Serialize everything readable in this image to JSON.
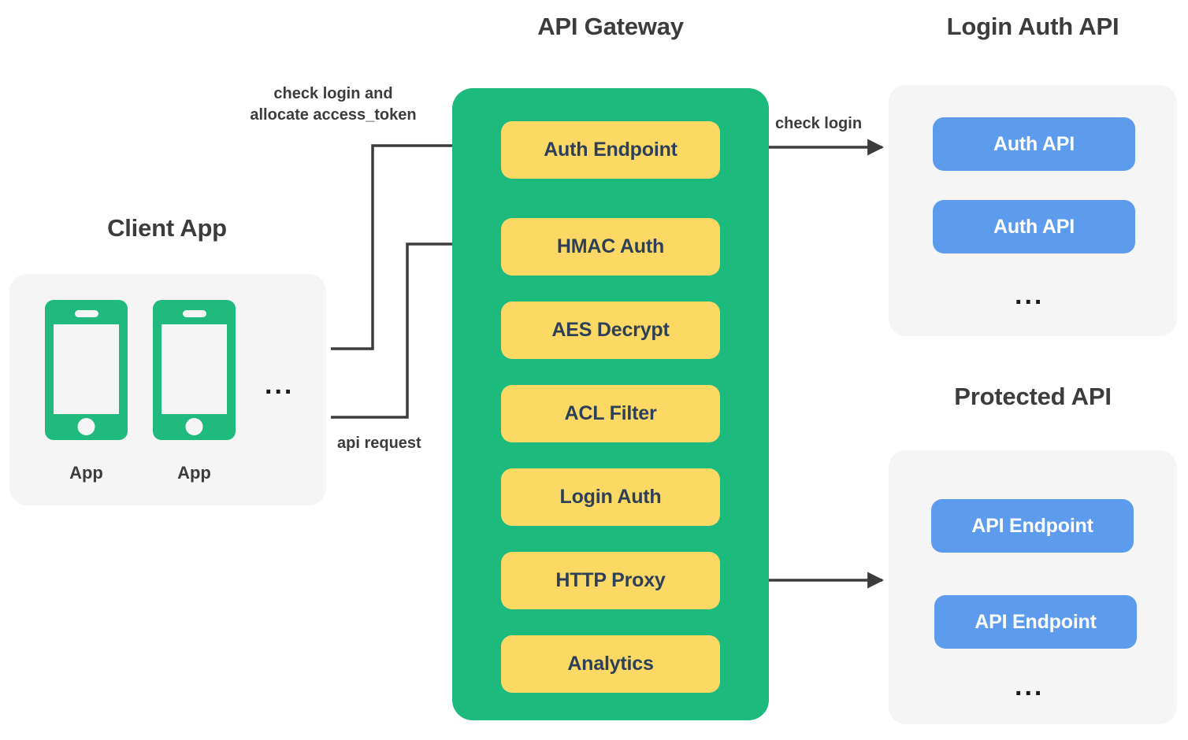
{
  "columns": {
    "client": {
      "title": "Client App"
    },
    "gateway": {
      "title": "API Gateway"
    },
    "login_auth": {
      "title": "Login Auth API"
    },
    "protected": {
      "title": "Protected API"
    }
  },
  "client_panel": {
    "devices": [
      {
        "icon": "smartphone-icon",
        "label": "App"
      },
      {
        "icon": "smartphone-icon",
        "label": "App"
      }
    ],
    "ellipsis": "..."
  },
  "gateway_panel": {
    "stages": [
      {
        "label": "Auth Endpoint"
      },
      {
        "label": "HMAC Auth"
      },
      {
        "label": "AES Decrypt"
      },
      {
        "label": "ACL Filter"
      },
      {
        "label": "Login Auth"
      },
      {
        "label": "HTTP Proxy"
      },
      {
        "label": "Analytics"
      }
    ]
  },
  "login_auth_panel": {
    "items": [
      {
        "label": "Auth API"
      },
      {
        "label": "Auth API"
      }
    ],
    "ellipsis": "..."
  },
  "protected_panel": {
    "items": [
      {
        "label": "API Endpoint"
      },
      {
        "label": "API Endpoint"
      }
    ],
    "ellipsis": "..."
  },
  "edges": {
    "check_login_allocate_line1": "check login and",
    "check_login_allocate_line2": "allocate access_token",
    "api_request": "api request",
    "check_login": "check login"
  },
  "colors": {
    "gateway_green": "#1dba7d",
    "stage_yellow": "#fcd965",
    "stage_text": "#2e4057",
    "api_blue": "#5d9cec",
    "panel_grey": "#f5f5f5",
    "title_text": "#3c3c3c",
    "connector": "#3c3c3c"
  }
}
